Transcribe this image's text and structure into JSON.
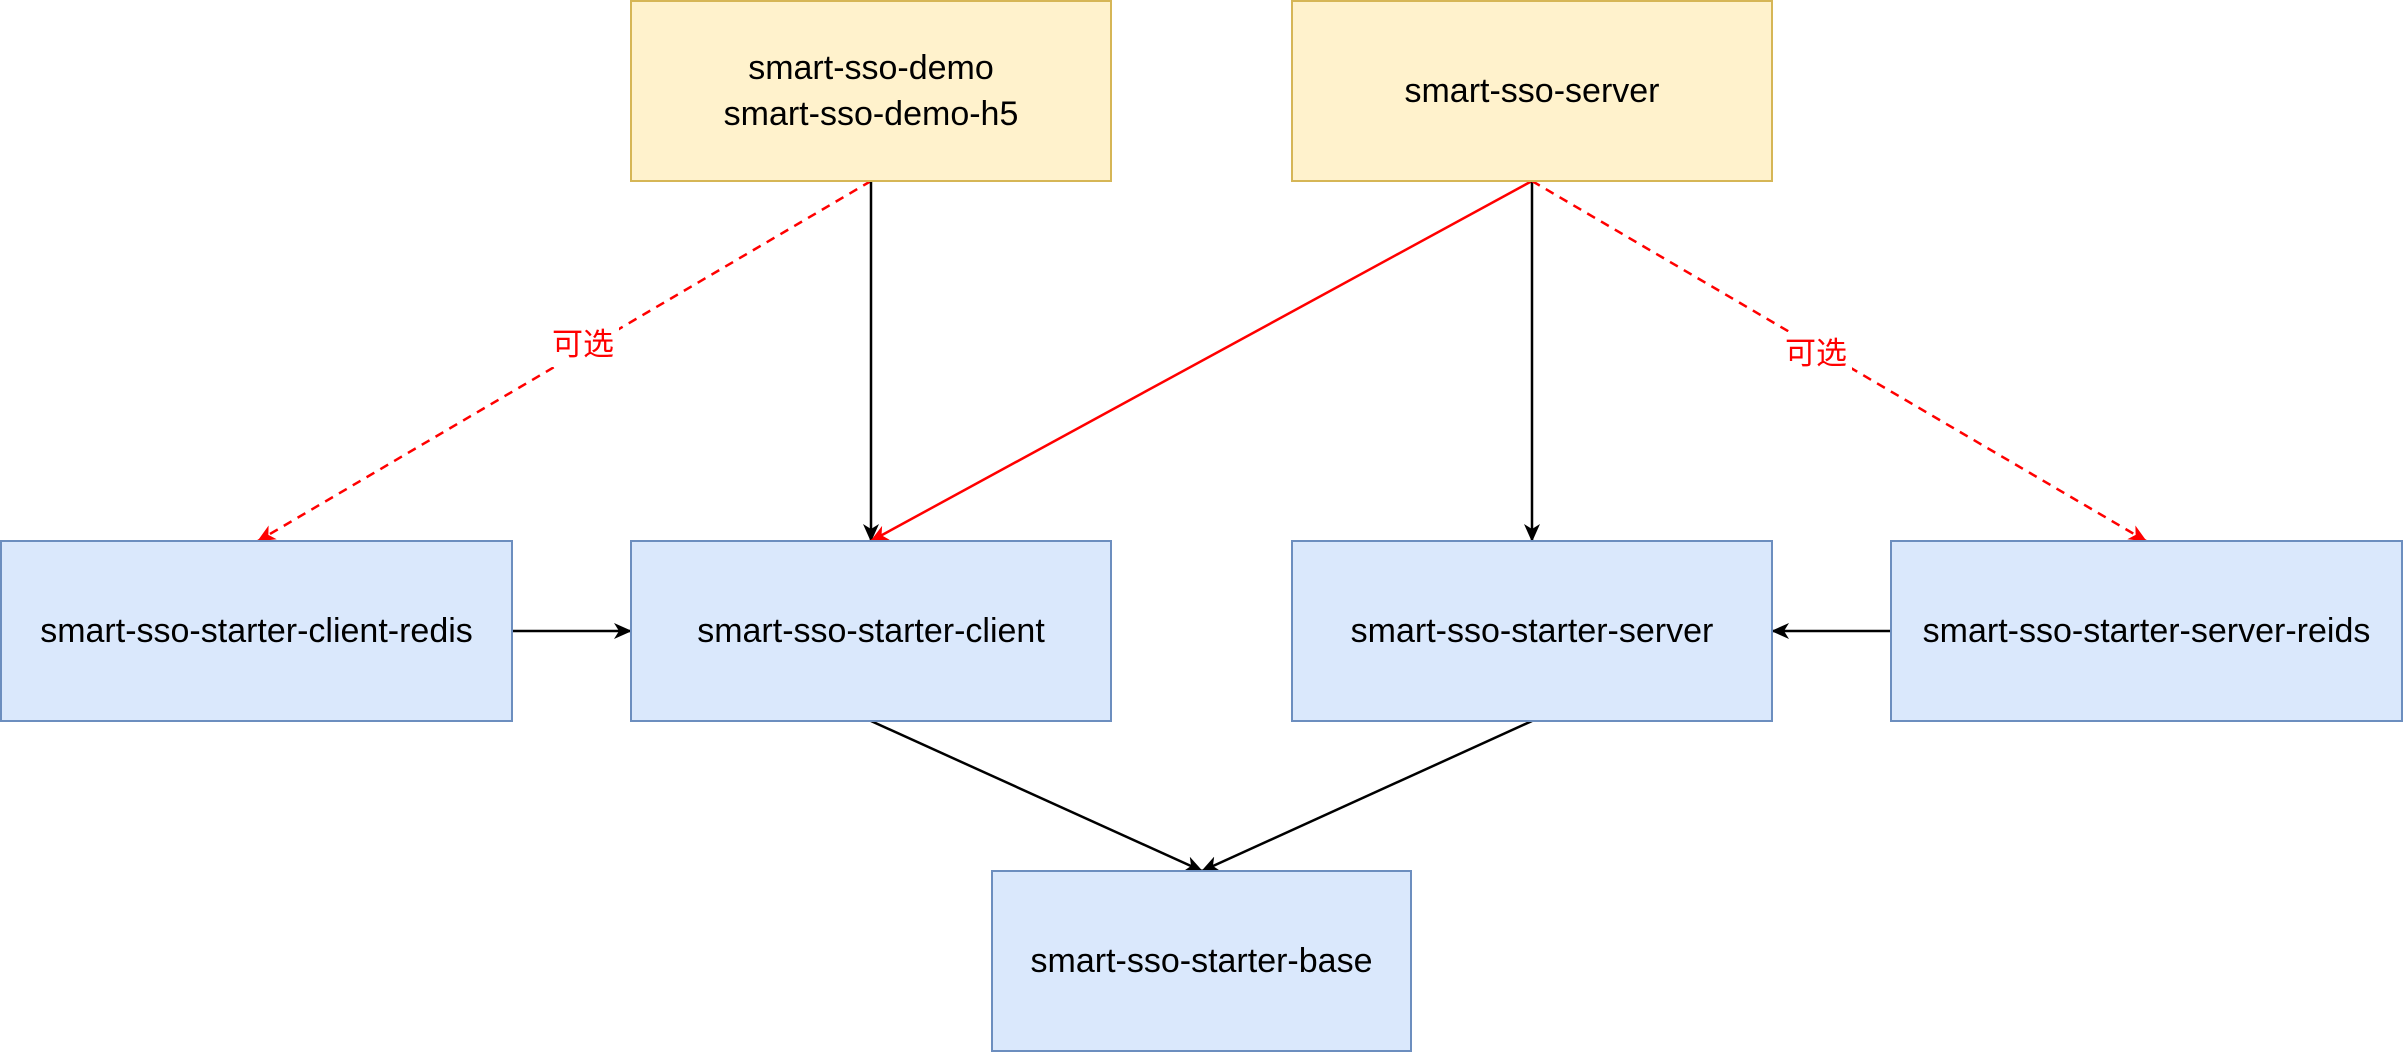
{
  "colors": {
    "app_fill": "#fff2cc",
    "app_stroke": "#d6b656",
    "module_fill": "#dae8fc",
    "module_stroke": "#6c8ebf",
    "edge_solid": "#000000",
    "edge_optional": "#ff0000",
    "label_text": "#ff0000"
  },
  "nodes": [
    {
      "id": "demo",
      "kind": "app",
      "lines": [
        "smart-sso-demo",
        "smart-sso-demo-h5"
      ]
    },
    {
      "id": "server",
      "kind": "app",
      "lines": [
        "smart-sso-server"
      ]
    },
    {
      "id": "client_redis",
      "kind": "module",
      "lines": [
        "smart-sso-starter-client-redis"
      ]
    },
    {
      "id": "client",
      "kind": "module",
      "lines": [
        "smart-sso-starter-client"
      ]
    },
    {
      "id": "starter_server",
      "kind": "module",
      "lines": [
        "smart-sso-starter-server"
      ]
    },
    {
      "id": "server_reids",
      "kind": "module",
      "lines": [
        "smart-sso-starter-server-reids"
      ]
    },
    {
      "id": "base",
      "kind": "module",
      "lines": [
        "smart-sso-starter-base"
      ]
    }
  ],
  "edges": [
    {
      "id": "demo-to-client-redis",
      "from": "demo",
      "to": "client_redis",
      "style": "optional",
      "label": "可选"
    },
    {
      "id": "demo-to-client",
      "from": "demo",
      "to": "client",
      "style": "solid",
      "label": ""
    },
    {
      "id": "server-to-client",
      "from": "server",
      "to": "client",
      "style": "red",
      "label": ""
    },
    {
      "id": "server-to-starter-server",
      "from": "server",
      "to": "starter_server",
      "style": "solid",
      "label": ""
    },
    {
      "id": "server-to-server-reids",
      "from": "server",
      "to": "server_reids",
      "style": "optional",
      "label": "可选"
    },
    {
      "id": "client-redis-to-client",
      "from": "client_redis",
      "to": "client",
      "style": "solid",
      "label": ""
    },
    {
      "id": "server-reids-to-starter-server",
      "from": "server_reids",
      "to": "starter_server",
      "style": "solid",
      "label": ""
    },
    {
      "id": "client-to-base",
      "from": "client",
      "to": "base",
      "style": "solid",
      "label": ""
    },
    {
      "id": "starter-server-to-base",
      "from": "starter_server",
      "to": "base",
      "style": "solid",
      "label": ""
    }
  ]
}
